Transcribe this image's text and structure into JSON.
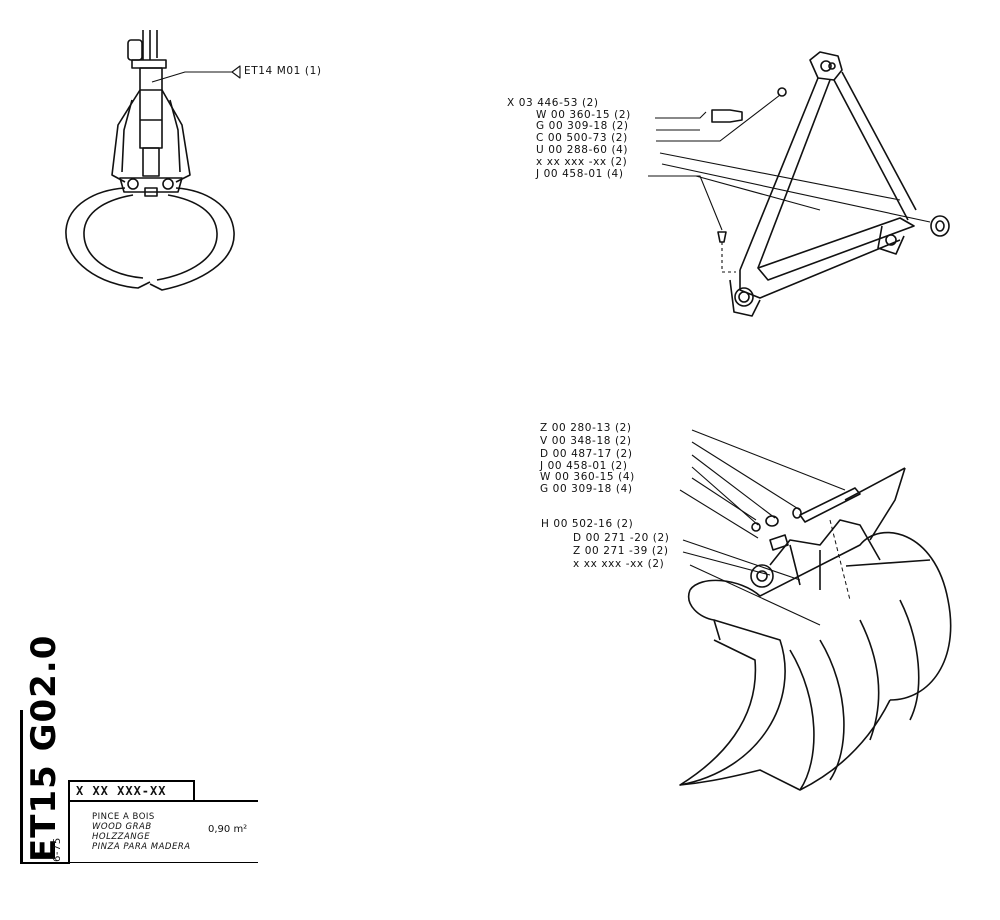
{
  "top_left_figure": {
    "ref_label": "ET14  M01 (1)"
  },
  "top_right_figure": {
    "labels": [
      "X 03 446-53 (2)",
      "W 00 360-15 (2)",
      "G 00 309-18 (2)",
      "C 00 500-73 (2)",
      "U 00 288-60 (4)",
      "x xx xxx -xx (2)",
      "J 00 458-01 (4)"
    ]
  },
  "bottom_right_figure": {
    "labels_group1": [
      "Z 00 280-13 (2)",
      "V 00 348-18 (2)",
      "D 00 487-17 (2)",
      "J 00 458-01 (2)",
      "W 00 360-15 (4)",
      "G 00 309-18 (4)"
    ],
    "labels_group2": [
      "H 00 502-16 (2)",
      "D 00 271 -20 (2)",
      "Z 00 271 -39 (2)",
      "x xx xxx -xx (2)"
    ]
  },
  "title_block": {
    "sheet_code": "ET15 G02.0",
    "date": "6-75",
    "part_number": "X XX XXX-XX",
    "names": {
      "fr": "PINCE A BOIS",
      "en": "WOOD GRAB",
      "de": "HOLZZANGE",
      "es": "PINZA PARA MADERA"
    },
    "capacity": "0,90 m²"
  }
}
